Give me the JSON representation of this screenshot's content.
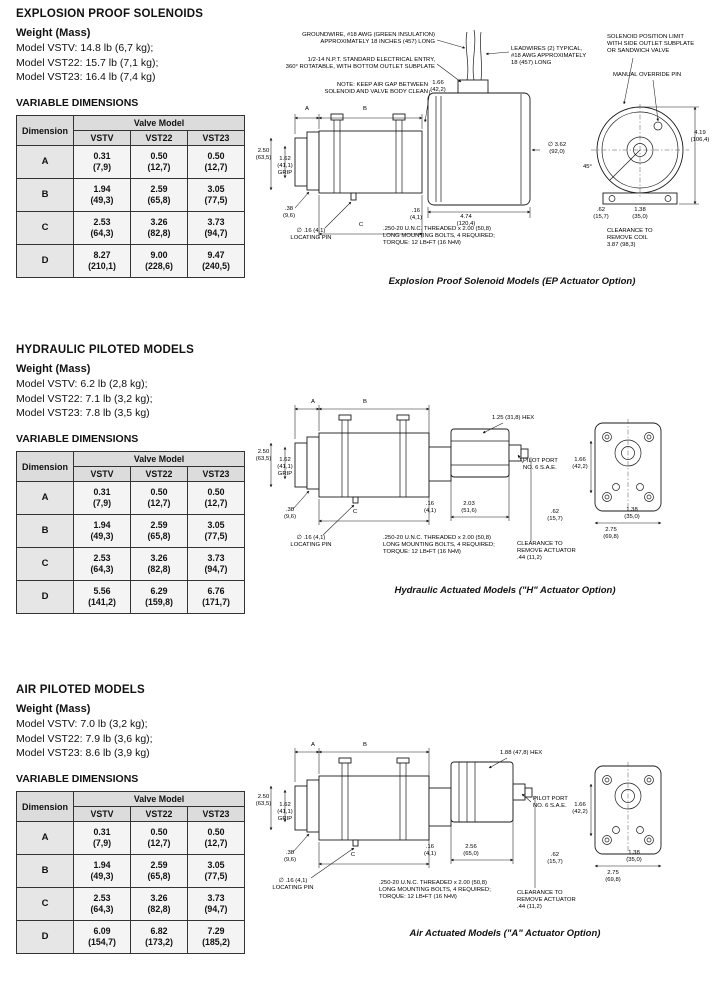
{
  "sections": [
    {
      "title": "EXPLOSION PROOF SOLENOIDS",
      "weight_heading": "Weight (Mass)",
      "weights": [
        "Model VSTV: 14.8 lb (6,7 kg);",
        "Model VST22: 15.7 lb (7,1 kg);",
        "Model VST23: 16.4 lb (7,4 kg)"
      ],
      "dims_heading": "VARIABLE DIMENSIONS",
      "table": {
        "corner": "Dimension",
        "group": "Valve Model",
        "columns": [
          "VSTV",
          "VST22",
          "VST23"
        ],
        "rows": [
          {
            "dim": "A",
            "v": [
              "0.31\n(7,9)",
              "0.50\n(12,7)",
              "0.50\n(12,7)"
            ]
          },
          {
            "dim": "B",
            "v": [
              "1.94\n(49,3)",
              "2.59\n(65,8)",
              "3.05\n(77,5)"
            ]
          },
          {
            "dim": "C",
            "v": [
              "2.53\n(64,3)",
              "3.26\n(82,8)",
              "3.73\n(94,7)"
            ]
          },
          {
            "dim": "D",
            "v": [
              "8.27\n(210,1)",
              "9.00\n(228,6)",
              "9.47\n(240,5)"
            ]
          }
        ]
      },
      "labels": {
        "groundwire": "GROUNDWIRE, #18 AWG (GREEN INSULATION)\nAPPROXIMATELY 18 INCHES (457) LONG",
        "electrical_entry": "1/2-14 N.P.T. STANDARD ELECTRICAL ENTRY,\n360° ROTATABLE, WITH BOTTOM OUTLET SUBPLATE",
        "air_gap_note": "NOTE: KEEP AIR GAP BETWEEN\nSOLENOID AND VALVE BODY CLEAN",
        "leadwires": "LEADWIRES (2) TYPICAL,\n#18 AWG APPROXIMATELY\n18 (457) LONG",
        "position_limit": "SOLENOID POSITION LIMIT\nWITH SIDE OUTLET SUBPLATE\nOR SANDWICH VALVE",
        "manual_override": "MANUAL OVERRIDE PIN",
        "dim_166": "1.66\n(42,2)",
        "dim_250": "2.50\n(63,5)",
        "grip": "1.62\n(41,1)\nGRIP",
        "dim_38": ".38\n(9,6)",
        "locating_pin": "∅ .16 (4,1)\nLOCATING PIN",
        "dim_A": "A",
        "dim_B": "B",
        "dim_C": "C",
        "dim_16": ".16\n(4,1)",
        "dim_474": "4.74\n(120,4)",
        "dia_362": "∅ 3.62\n(92,0)",
        "dim_419": "4.19\n(106,4)",
        "angle_45": "45°",
        "dim_62": ".62\n(15,7)",
        "dim_138": "1.38\n(35,0)",
        "mounting_bolts": ".250-20 U.N.C. THREADED x 2.00 (50,8)\nLONG MOUNTING BOLTS, 4 REQUIRED;\nTORQUE: 12 LB•FT (16 N•M)",
        "clearance": "CLEARANCE TO\nREMOVE COIL\n3.87 (98,3)"
      },
      "caption": "Explosion Proof Solenoid Models (EP Actuator Option)"
    },
    {
      "title": "HYDRAULIC PILOTED MODELS",
      "weight_heading": "Weight (Mass)",
      "weights": [
        "Model VSTV: 6.2 lb (2,8 kg);",
        "Model VST22: 7.1 lb (3,2 kg);",
        "Model VST23: 7.8 lb (3,5 kg)"
      ],
      "dims_heading": "VARIABLE DIMENSIONS",
      "table": {
        "corner": "Dimension",
        "group": "Valve Model",
        "columns": [
          "VSTV",
          "VST22",
          "VST23"
        ],
        "rows": [
          {
            "dim": "A",
            "v": [
              "0.31\n(7,9)",
              "0.50\n(12,7)",
              "0.50\n(12,7)"
            ]
          },
          {
            "dim": "B",
            "v": [
              "1.94\n(49,3)",
              "2.59\n(65,8)",
              "3.05\n(77,5)"
            ]
          },
          {
            "dim": "C",
            "v": [
              "2.53\n(64,3)",
              "3.26\n(82,8)",
              "3.73\n(94,7)"
            ]
          },
          {
            "dim": "D",
            "v": [
              "5.56\n(141,2)",
              "6.29\n(159,8)",
              "6.76\n(171,7)"
            ]
          }
        ]
      },
      "labels": {
        "hex": "1.25 (31,8) HEX",
        "pilot_port": "PILOT PORT\nNO. 6 S.A.E.",
        "dim_250": "2.50\n(63,5)",
        "grip": "1.62\n(41,1)\nGRIP",
        "dim_38": ".38\n(9,6)",
        "locating_pin": "∅ .16 (4,1)\nLOCATING PIN",
        "dim_A": "A",
        "dim_B": "B",
        "dim_C": "C",
        "dim_16": ".16\n(4,1)",
        "dim_203": "2.03\n(51,6)",
        "dim_166": "1.66\n(42,2)",
        "dim_62": ".62\n(15,7)",
        "dim_138": "1.38\n(35,0)",
        "dim_275": "2.75\n(69,8)",
        "mounting_bolts": ".250-20 U.N.C. THREADED x 2.00 (50,8)\nLONG MOUNTING BOLTS, 4 REQUIRED;\nTORQUE: 12 LB•FT (16 N•M)",
        "clearance": "CLEARANCE TO\nREMOVE ACTUATOR\n.44 (11,2)"
      },
      "caption": "Hydraulic Actuated Models (\"H\" Actuator Option)"
    },
    {
      "title": "AIR PILOTED MODELS",
      "weight_heading": "Weight (Mass)",
      "weights": [
        "Model VSTV: 7.0 lb (3,2 kg);",
        "Model VST22: 7.9 lb (3,6 kg);",
        "Model VST23: 8.6 lb (3,9 kg)"
      ],
      "dims_heading": "VARIABLE DIMENSIONS",
      "table": {
        "corner": "Dimension",
        "group": "Valve Model",
        "columns": [
          "VSTV",
          "VST22",
          "VST23"
        ],
        "rows": [
          {
            "dim": "A",
            "v": [
              "0.31\n(7,9)",
              "0.50\n(12,7)",
              "0.50\n(12,7)"
            ]
          },
          {
            "dim": "B",
            "v": [
              "1.94\n(49,3)",
              "2.59\n(65,8)",
              "3.05\n(77,5)"
            ]
          },
          {
            "dim": "C",
            "v": [
              "2.53\n(64,3)",
              "3.26\n(82,8)",
              "3.73\n(94,7)"
            ]
          },
          {
            "dim": "D",
            "v": [
              "6.09\n(154,7)",
              "6.82\n(173,2)",
              "7.29\n(185,2)"
            ]
          }
        ]
      },
      "labels": {
        "hex": "1.88 (47,8) HEX",
        "pilot_port": "PILOT PORT\nNO. 6 S.A.E.",
        "dim_250": "2.50\n(63,5)",
        "grip": "1.62\n(41,1)\nGRIP",
        "dim_38": ".38\n(9,6)",
        "locating_pin": "∅ .16 (4,1)\nLOCATING PIN",
        "dim_A": "A",
        "dim_B": "B",
        "dim_C": "C",
        "dim_16": ".16\n(4,1)",
        "dim_256": "2.56\n(65,0)",
        "dim_166": "1.66\n(42,2)",
        "dim_62": ".62\n(15,7)",
        "dim_138": "1.38\n(35,0)",
        "dim_275": "2.75\n(69,8)",
        "mounting_bolts": ".250-20 U.N.C. THREADED x 2.00 (50,8)\nLONG MOUNTING BOLTS, 4 REQUIRED;\nTORQUE: 12 LB•FT (16 N•M)",
        "clearance": "CLEARANCE TO\nREMOVE ACTUATOR\n.44 (11,2)"
      },
      "caption": "Air Actuated Models (\"A\" Actuator Option)"
    }
  ]
}
